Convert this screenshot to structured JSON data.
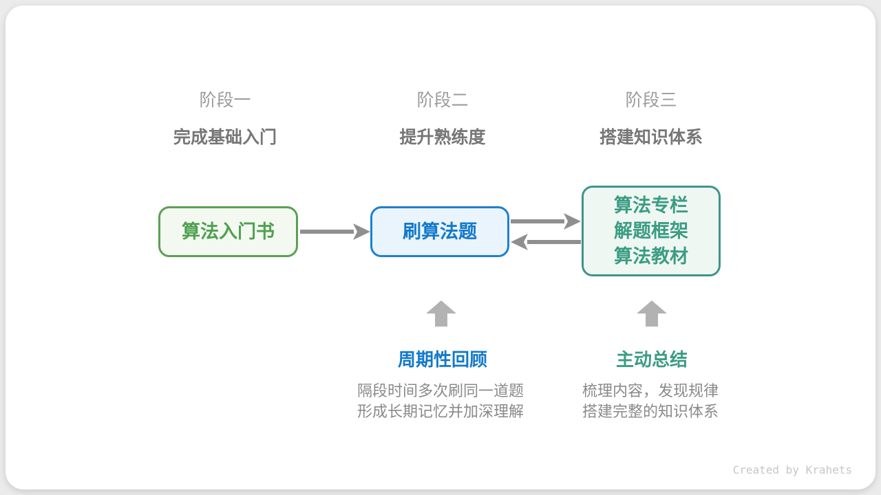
{
  "stages": [
    {
      "label": "阶段一",
      "subtitle": "完成基础入门"
    },
    {
      "label": "阶段二",
      "subtitle": "提升熟练度"
    },
    {
      "label": "阶段三",
      "subtitle": "搭建知识体系"
    }
  ],
  "nodes": [
    {
      "id": "intro-book",
      "lines": [
        "算法入门书"
      ],
      "border_color": "#5b9f55",
      "bg_color": "#f3f9f1",
      "text_color": "#4fa04f"
    },
    {
      "id": "practice-problems",
      "lines": [
        "刷算法题"
      ],
      "border_color": "#1e80d0",
      "bg_color": "#eaf4fc",
      "text_color": "#1379cb"
    },
    {
      "id": "knowledge-resources",
      "lines": [
        "算法专栏",
        "解题框架",
        "算法教材"
      ],
      "border_color": "#3f948b",
      "bg_color": "#eff7f3",
      "text_color": "#3b9c82"
    }
  ],
  "annotations": [
    {
      "title": "周期性回顾",
      "title_color": "#1379cb",
      "desc_lines": [
        "隔段时间多次刷同一道题",
        "形成长期记忆并加深理解"
      ]
    },
    {
      "title": "主动总结",
      "title_color": "#3b9c82",
      "desc_lines": [
        "梳理内容，发现规律",
        "搭建完整的知识体系"
      ]
    }
  ],
  "colors": {
    "connector_arrow": "#8f8f8f",
    "block_arrow": "#b2b2b2",
    "card_bg": "#ffffff",
    "page_bg": "#ebebeb"
  },
  "footer": {
    "credit": "Created by Krahets"
  }
}
